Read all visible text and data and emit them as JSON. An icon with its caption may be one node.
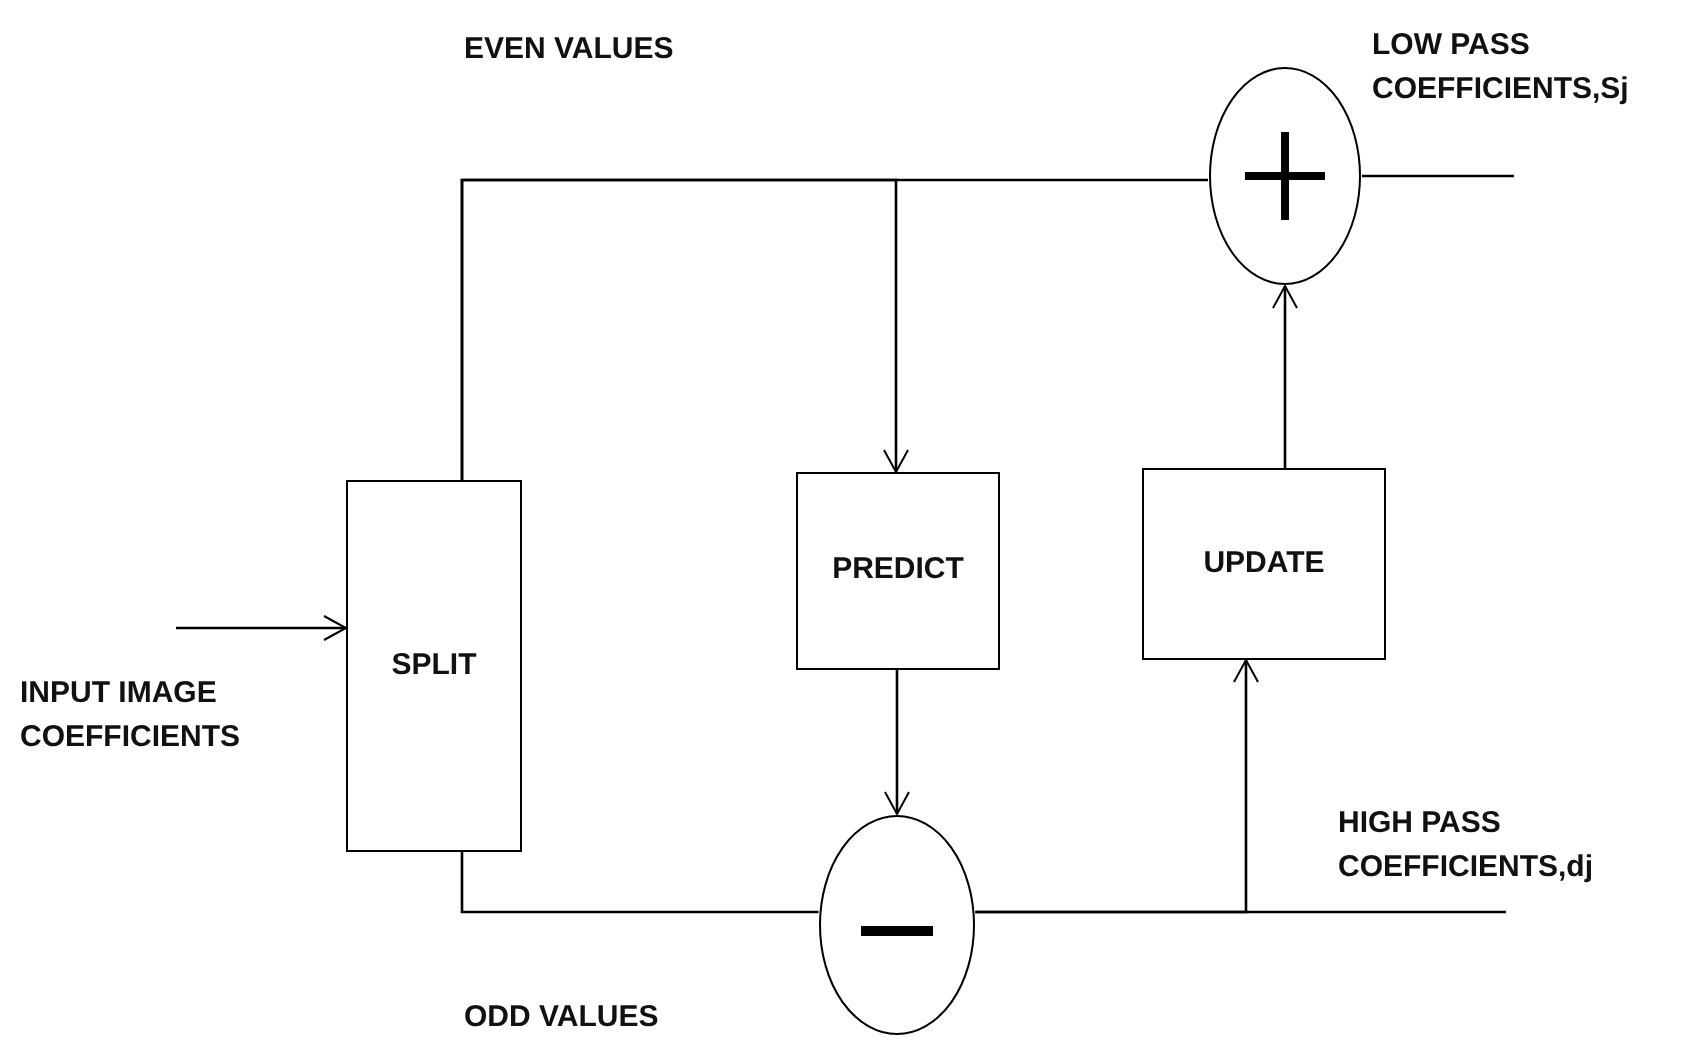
{
  "diagram": {
    "nodes": [
      {
        "text": [
          "SPLIT"
        ]
      },
      {
        "text": [
          "PREDICT"
        ]
      },
      {
        "text": [
          "UPDATE"
        ]
      },
      {
        "text": [],
        "shape": "circle"
      },
      {
        "text": [],
        "shape": "circle"
      }
    ],
    "edges": [
      {
        "from": null,
        "to": 0,
        "arrow": "to"
      },
      {
        "from": 0,
        "to": 3,
        "arrow": "none"
      },
      {
        "from": 0,
        "to": 1,
        "arrow": "to"
      },
      {
        "from": 0,
        "to": 4,
        "arrow": "none"
      },
      {
        "from": 1,
        "to": 4,
        "arrow": "to"
      },
      {
        "from": 4,
        "to": 2,
        "arrow": "to"
      },
      {
        "from": 4,
        "to": null,
        "arrow": "none"
      },
      {
        "from": 2,
        "to": 3,
        "arrow": "to"
      },
      {
        "from": 3,
        "to": null,
        "arrow": "none"
      }
    ],
    "labels": [
      "EVEN VALUES",
      "LOW PASS COEFFICIENTS,Sj",
      "INPUT IMAGE COEFFICIENTS",
      "HIGH PASS COEFFICIENTS,dj",
      "ODD VALUES"
    ]
  }
}
